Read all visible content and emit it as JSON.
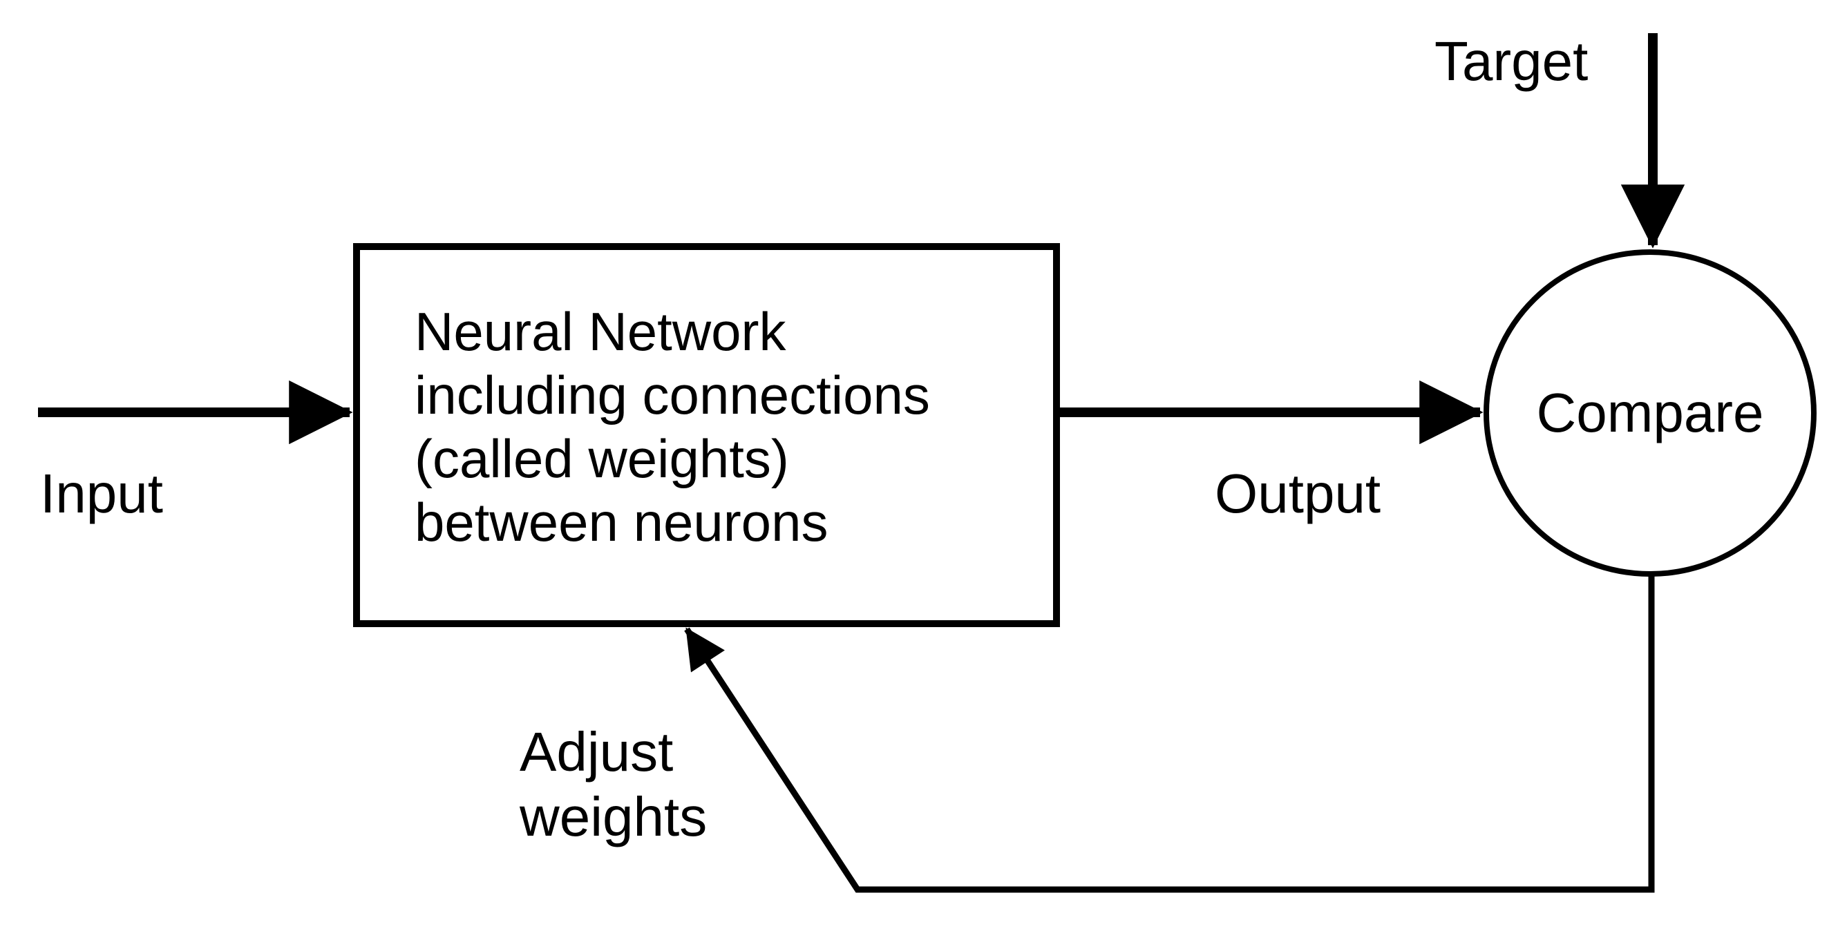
{
  "diagram": {
    "box": {
      "lines": [
        "Neural Network",
        "including connections",
        "(called weights)",
        "between neurons"
      ]
    },
    "compare": {
      "label": "Compare"
    },
    "labels": {
      "input": "Input",
      "output": "Output",
      "target": "Target",
      "adjust": [
        "Adjust",
        "weights"
      ]
    },
    "colors": {
      "line": "#000000",
      "background": "#ffffff",
      "text": "#000000"
    }
  }
}
